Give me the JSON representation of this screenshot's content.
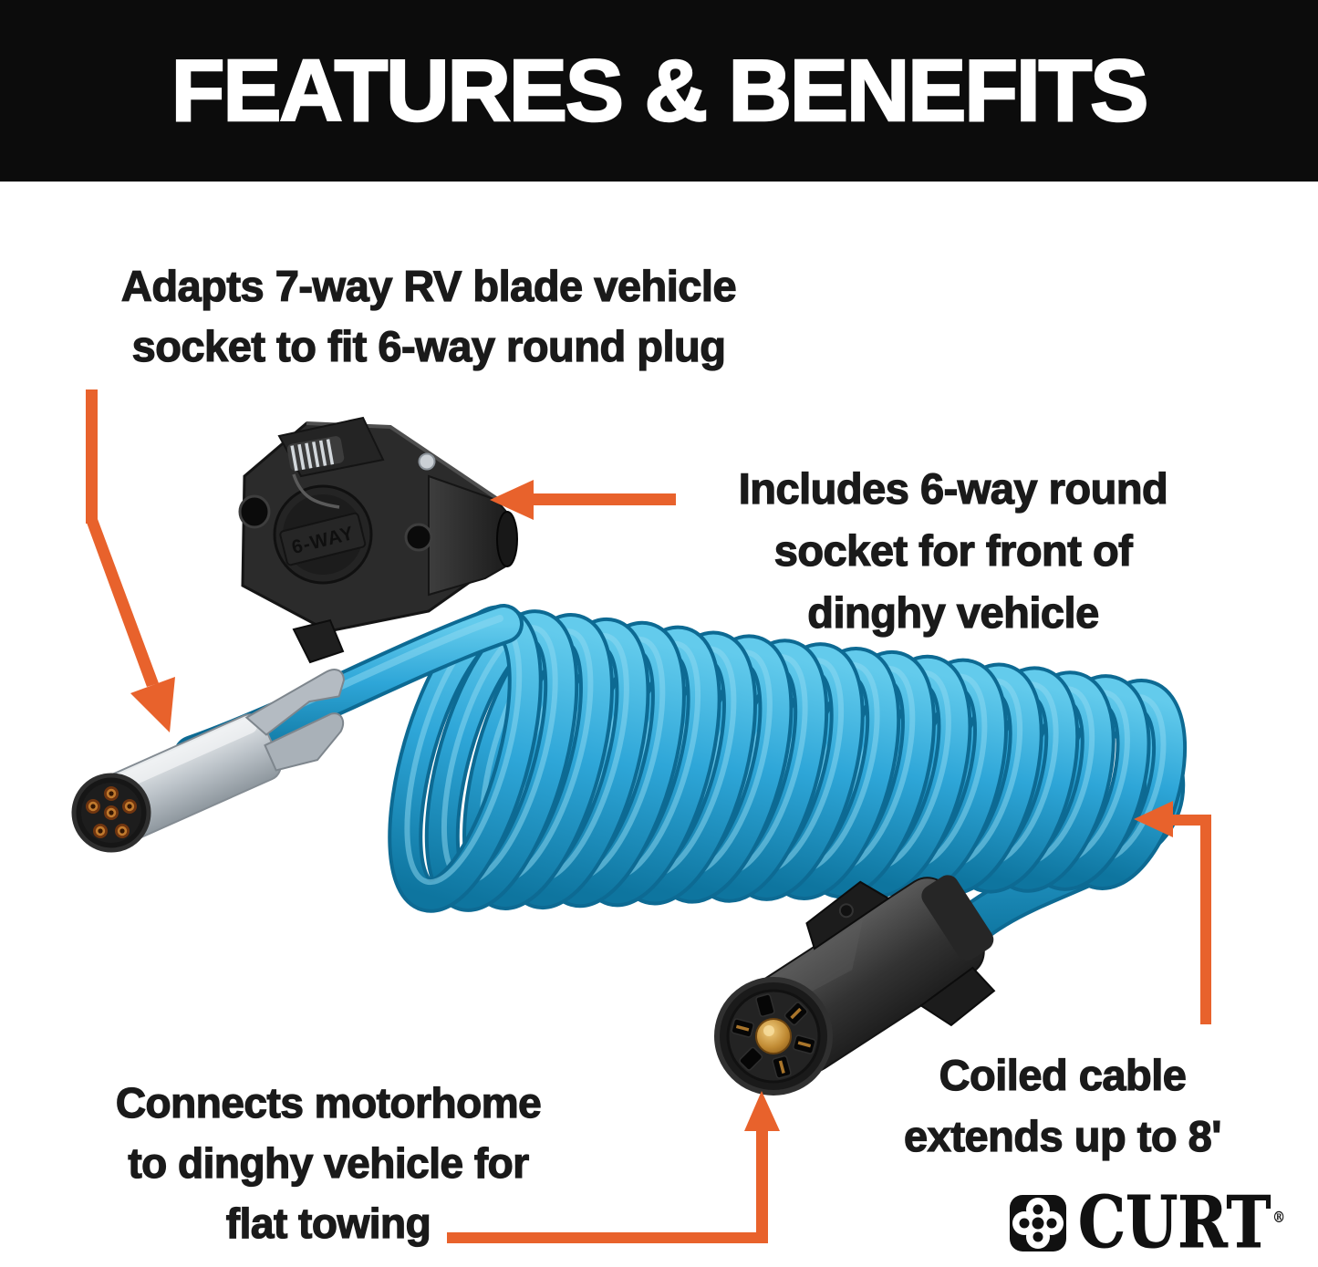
{
  "header": {
    "title": "FEATURES & BENEFITS"
  },
  "annotations": {
    "adapts": {
      "lines": [
        "Adapts 7-way RV blade vehicle",
        "socket to fit 6-way round plug"
      ]
    },
    "includes": {
      "lines": [
        "Includes 6-way round",
        "socket for front of",
        "dinghy vehicle"
      ]
    },
    "coiled": {
      "lines": [
        "Coiled cable",
        "extends up to 8'"
      ]
    },
    "connects": {
      "lines": [
        "Connects motorhome",
        "to dinghy vehicle for",
        "flat towing"
      ]
    }
  },
  "product": {
    "socket_lid_label": "6-WAY"
  },
  "brand": {
    "name": "CURT",
    "registered_mark": "®"
  },
  "colors": {
    "accent_orange": "#E8622C",
    "cable_blue": "#2FA7D9",
    "cable_blue_dark": "#0D6A93",
    "header_bg": "#0C0C0C",
    "text_black": "#1A1A1A",
    "background": "#FFFFFF"
  }
}
